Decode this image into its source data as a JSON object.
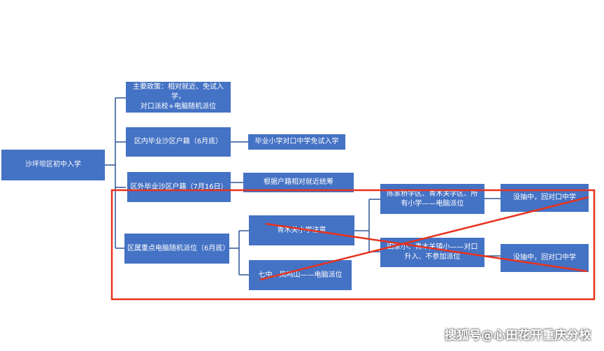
{
  "diagram": {
    "root": "沙坪坝区初中入学",
    "branches": {
      "policy": "主要政策：相对就近、免试入学，\n对口派校+电脑随机派位",
      "district_grad": "区内毕业沙区户籍（6月底）",
      "district_grad_result": "毕业小学对口中学免试入学",
      "outside_grad": "区外毕业沙区户籍（7月16日）",
      "outside_grad_result": "根据户籍相对就近统筹",
      "lottery": "区属重点电脑随机派位（6月底）",
      "qingmu": "青木关小学注意",
      "qizhong": "七中、凤鸣山——电脑派位",
      "chenjiaqiao": "陈家桥学区、青木关学区、所\n有小学——电脑派位",
      "tianjia": "田家小、青木关镇小——对口\n升入、不参加派位",
      "fallback_1": "没抽中，回对口中学",
      "fallback_2": "没抽中，回对口中学"
    },
    "colors": {
      "node_fill": "#4472c4",
      "line": "#2f5597",
      "highlight": "#e8321e"
    }
  },
  "watermark": "搜狐号@心田花开重庆分校"
}
